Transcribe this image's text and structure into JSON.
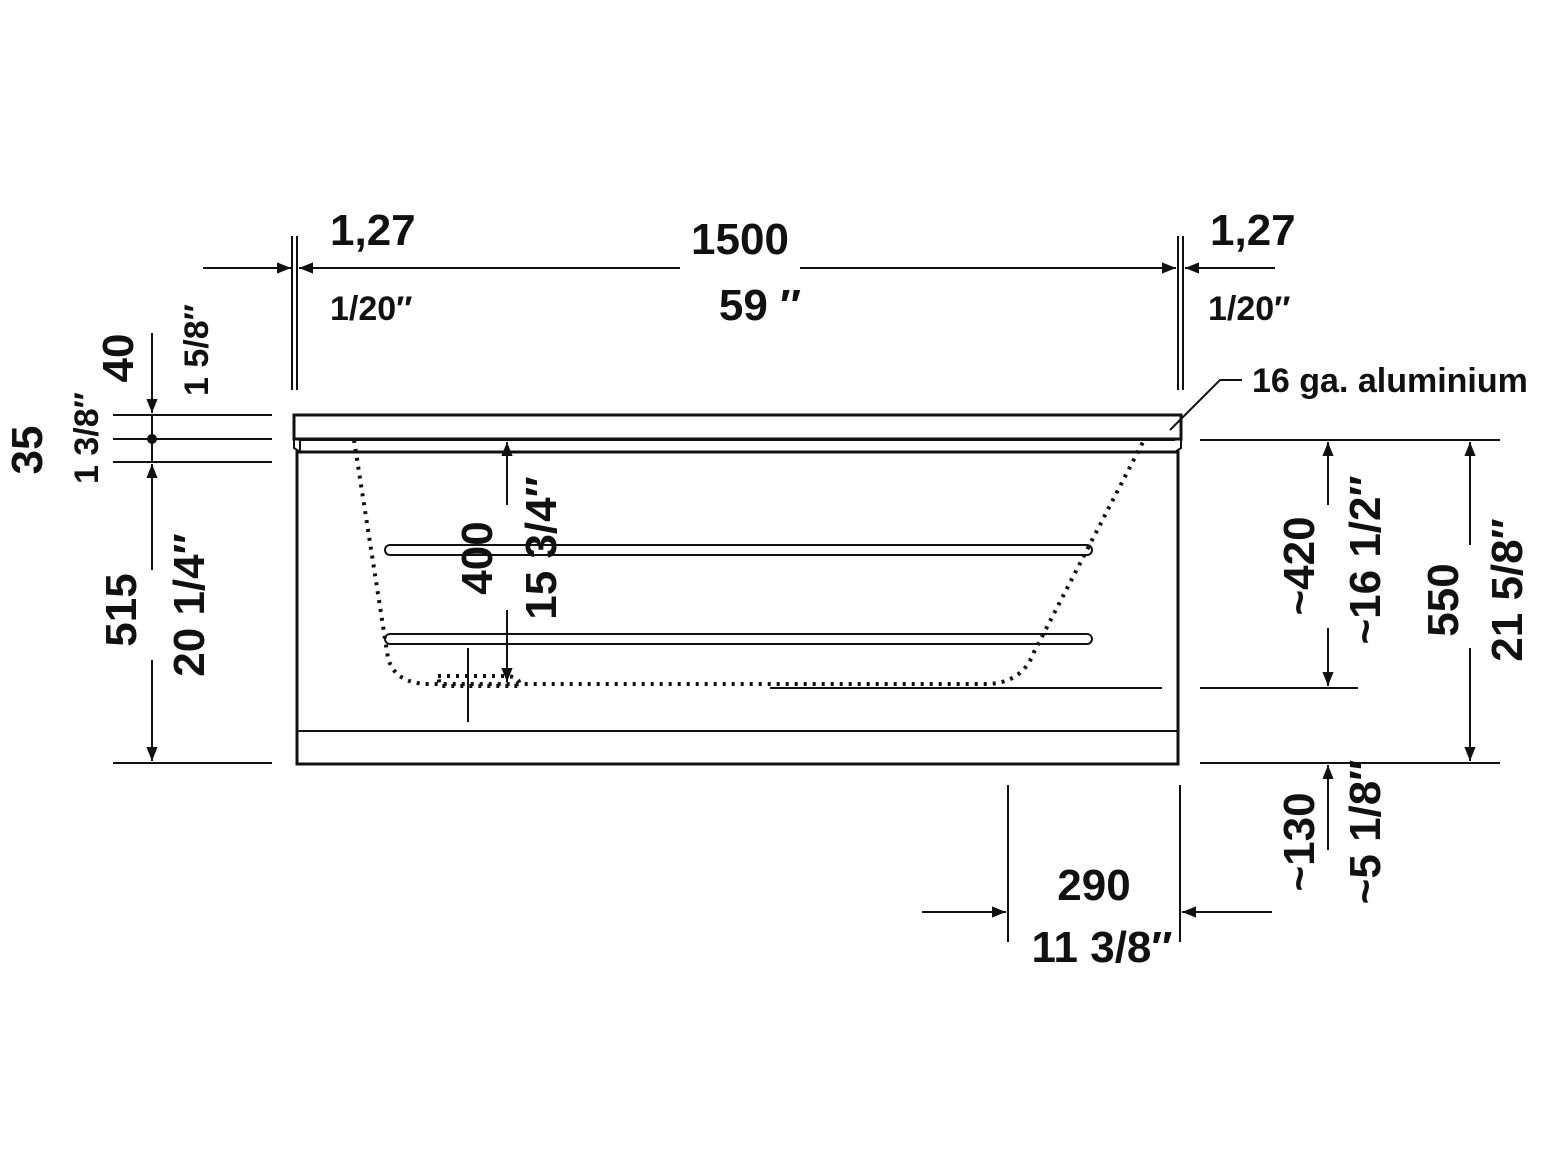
{
  "dimensions": {
    "overall_width_mm": "1500",
    "overall_width_in": "59 ″",
    "flange_left_mm": "1,27",
    "flange_left_in": "1/20″",
    "flange_right_mm": "1,27",
    "flange_right_in": "1/20″",
    "rim_40_mm": "40",
    "rim_40_in": "1 5/8″",
    "rim_35_mm": "35",
    "rim_35_in": "1 3/8″",
    "panel_515_mm": "515",
    "panel_515_in": "20 1/4″",
    "depth_400_mm": "400",
    "depth_400_in": "15 3/4″",
    "depth_420_mm": "~420",
    "depth_420_in": "~16 1/2″",
    "height_550_mm": "550",
    "height_550_in": "21 5/8″",
    "offset_130_mm": "~130",
    "offset_130_in": "~5 1/8″",
    "drain_290_mm": "290",
    "drain_290_in": "11 3/8″"
  },
  "callouts": {
    "material": "16 ga. aluminium"
  }
}
